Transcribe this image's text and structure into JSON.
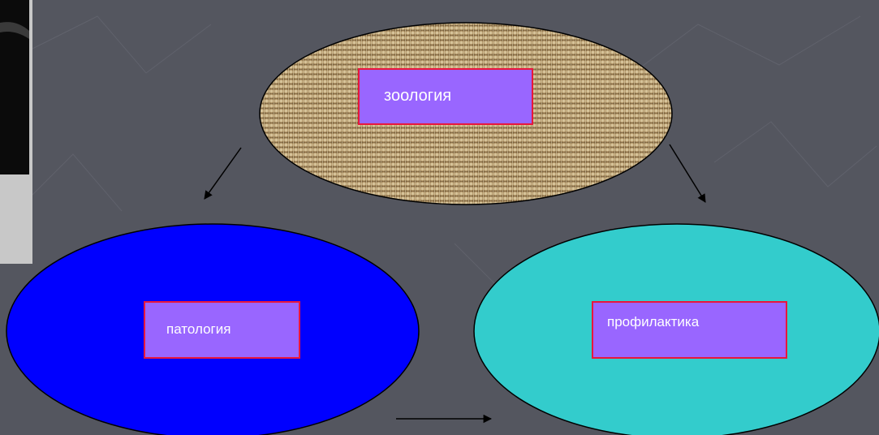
{
  "diagram": {
    "nodes": [
      {
        "id": "top",
        "label": "зоология",
        "fill": "textured burlap",
        "border_color": "#000000"
      },
      {
        "id": "left",
        "label": "патология",
        "fill": "#0000ff",
        "border_color": "#000000"
      },
      {
        "id": "right",
        "label": "профилактика",
        "fill": "#33cccc",
        "border_color": "#000000"
      }
    ],
    "edges": [
      {
        "from": "top",
        "to": "left"
      },
      {
        "from": "top",
        "to": "right"
      },
      {
        "from": "left",
        "to": "right"
      }
    ]
  },
  "colors": {
    "background": "#54565f",
    "label_fill": "#9966ff",
    "label_border": "#e8173c",
    "label_text": "#ffffff",
    "arrow": "#000000"
  }
}
